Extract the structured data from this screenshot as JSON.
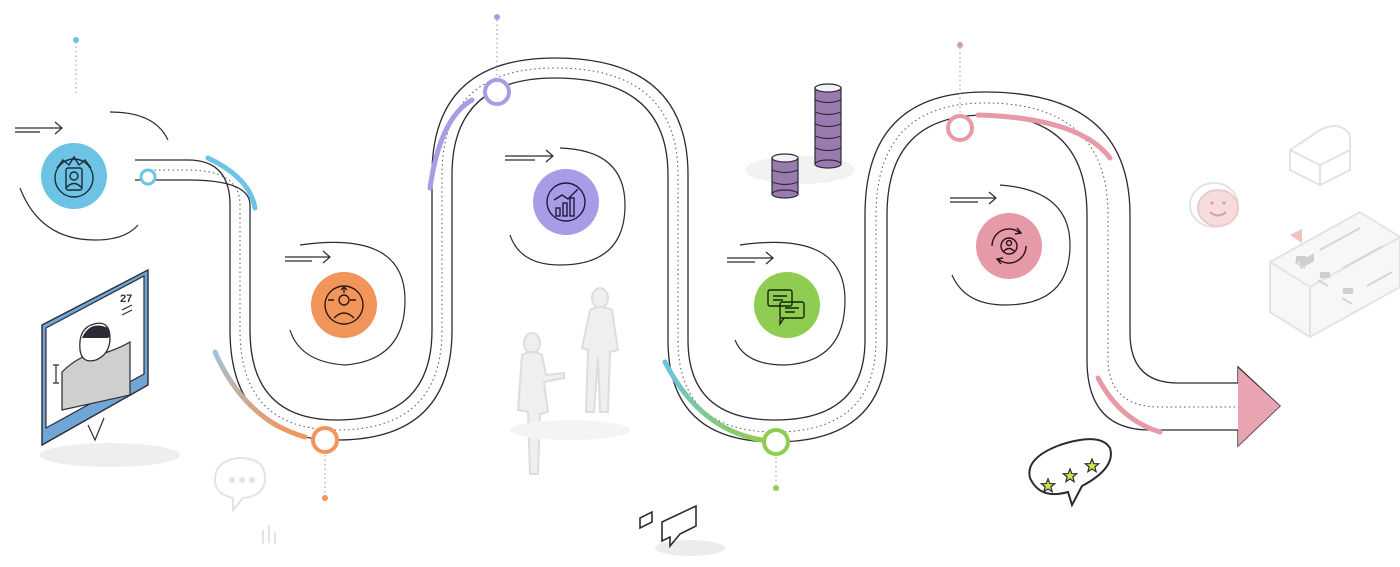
{
  "calendar": {
    "day": "27"
  },
  "colors": {
    "stage1": "#6cc3e3",
    "stage2": "#f2955a",
    "stage3": "#a99be6",
    "stage4": "#8fcd52",
    "stage5": "#e69aa7",
    "road": "#2b2b35",
    "ghost": "#e6e6e6"
  },
  "stages": [
    {
      "id": "stage-1",
      "icon": "radar-person-icon",
      "color": "#6cc3e3"
    },
    {
      "id": "stage-2",
      "icon": "focus-person-icon",
      "color": "#f2955a"
    },
    {
      "id": "stage-3",
      "icon": "growth-chart-icon",
      "color": "#a99be6"
    },
    {
      "id": "stage-4",
      "icon": "chat-feedback-icon",
      "color": "#8fcd52"
    },
    {
      "id": "stage-5",
      "icon": "cycle-person-icon",
      "color": "#e69aa7"
    }
  ],
  "ratings": {
    "stars": 3
  }
}
